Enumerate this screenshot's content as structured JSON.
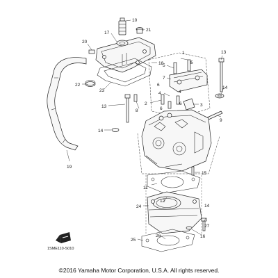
{
  "diagram": {
    "code": "1SME110-S010",
    "copyright": "©2016 Yamaha Motor Corporation, U.S.A. All rights reserved.",
    "callouts": [
      "10",
      "17",
      "21",
      "20",
      "18",
      "22",
      "23",
      "1",
      "5",
      "7",
      "6",
      "13",
      "4",
      "2",
      "14",
      "3",
      "15",
      "8",
      "9",
      "19",
      "11",
      "12",
      "24",
      "27",
      "16",
      "26",
      "25"
    ]
  }
}
